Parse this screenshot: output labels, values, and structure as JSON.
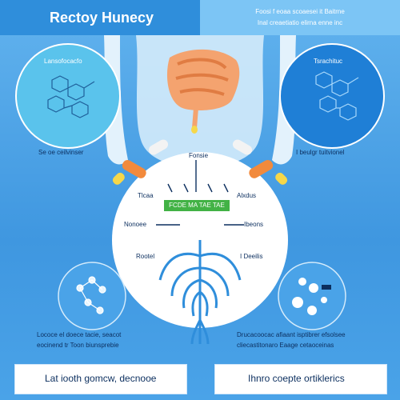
{
  "header": {
    "title": "Rectoy Hunecy",
    "subtitle_1": "Foosi f eoaa scoaesei it Baitrne",
    "subtitle_2": "Inal creaetiatio elirna enne inc"
  },
  "top_left_panel": {
    "label": "Lansofocacfo",
    "caption": "Se oe ceilvinser"
  },
  "top_right_panel": {
    "label": "Tsrachituc",
    "caption": "I beulgr tuitvionel"
  },
  "center": {
    "top_label": "Fonsie",
    "left_label": "Tlcaa",
    "right_label": "Alxdus",
    "banner": "FCDE  MA TAE TAE",
    "mid_left_label": "Nonoee",
    "mid_right_label": "Ibeons",
    "low_left_label": "Rootel",
    "low_right_label": "I Deeilis"
  },
  "bottom_left_caption": {
    "line_1": "Lococe el doece tacie, seacot",
    "line_2": "eocinend tr Toon biunsprebie"
  },
  "bottom_right_caption": {
    "line_1": "Drucacoocac afiaant isptibrer efsolsee",
    "line_2": "cliecastitonaro Eaage cetaoceinas"
  },
  "footer": {
    "left_label": "Lat iooth gomcw, decnooe",
    "right_label": "Ihnro coepte ortiklerics"
  },
  "colors": {
    "background": "#4ea3e6",
    "intestine": "#f4a36f",
    "pill_orange": "#f28a3c",
    "pill_yellow": "#f6d74a",
    "banner_green": "#42b245",
    "spine_blue": "#2f8edb"
  }
}
